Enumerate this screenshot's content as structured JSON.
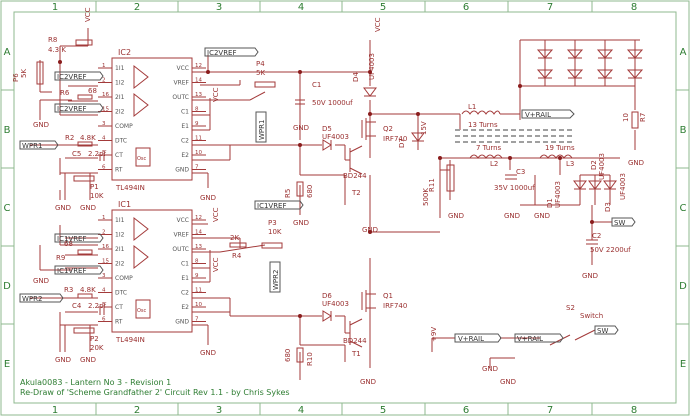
{
  "frame": {
    "columns": [
      "1",
      "2",
      "3",
      "4",
      "5",
      "6",
      "7",
      "8"
    ],
    "rows": [
      "A",
      "B",
      "C",
      "D",
      "E"
    ]
  },
  "title_block": {
    "line1": "Akula0083 - Lantern No 3 - Revision 1",
    "line2": "Re-Draw of 'Scheme Grandfather 2' Circuit Rev 1.1 - by Chris Sykes"
  },
  "colors": {
    "wire": "#a33a3a",
    "frame": "#8fb88f",
    "text": "#9a3030",
    "label_text": "#333333",
    "title": "#2e7d32",
    "junction": "#8a1d1d"
  },
  "labels": {
    "vcc": "VCC",
    "gnd": "GND",
    "ic2": "IC2",
    "ic1": "IC1",
    "tl494": "TL494IN",
    "r8": "R8",
    "r8v": "4.3 K",
    "p6": "P6",
    "p6v": "5K",
    "r6": "R6",
    "r6v": "68",
    "r2": "R2",
    "r2v": "4.8K",
    "c5": "C5",
    "c5v": "2.2pf",
    "p1": "P1",
    "p1v": "10K",
    "c1": "C1",
    "c1v": "50V 1000uf",
    "p4": "P4",
    "p4v": "5K",
    "d4": "D4",
    "d4v": "UF4003",
    "d5": "D5",
    "d5v": "UF4003",
    "q2": "Q2",
    "q2v": "IRF740",
    "d7": "D7",
    "d7v": "15V",
    "r5": "R5",
    "r5v": "680",
    "t2": "T2",
    "t2v": "BD244",
    "l1": "L1",
    "l1v": "13 Turns",
    "l2": "L2",
    "l2v": "7 Turns",
    "l3": "L3",
    "l3v": "19 Turns",
    "c3": "C3",
    "c3v": "35V 1000uf",
    "r11": "R11",
    "r11v": "500K",
    "r7": "R7",
    "r7v": "10",
    "d1": "D1",
    "d1v": "UF4003",
    "d2": "D2",
    "d2v": "UF4003",
    "d3": "D3",
    "d3v": "UF4003",
    "c2": "C2",
    "c2v": "50V 2200uf",
    "r9": "R9",
    "r9v": "68",
    "r3": "R3",
    "r3v": "4.8K",
    "c4": "C4",
    "c4v": "2.2pf",
    "p2": "P2",
    "p2v": "20K",
    "r4": "R4",
    "r4v": "2K",
    "p3": "P3",
    "p3v": "10K",
    "d6": "D6",
    "d6v": "UF4003",
    "q1": "Q1",
    "q1v": "IRF740",
    "r10": "R10",
    "r10v": "680",
    "t1": "T1",
    "t1v": "BD244",
    "s2": "S2",
    "s2v": "Switch",
    "plus9v": "+9V"
  },
  "nets": {
    "ic2vref": "IC2VREF",
    "ic1vref": "IC1VREF",
    "wpr1": "WPR1",
    "wpr2": "WPR2",
    "vrail": "V+RAIL",
    "sw": "SW"
  },
  "pins": {
    "left": [
      {
        "n": "1",
        "name": "1I1"
      },
      {
        "n": "2",
        "name": "1I2"
      },
      {
        "n": "16",
        "name": "2I1"
      },
      {
        "n": "15",
        "name": "2I2"
      },
      {
        "n": "3",
        "name": "COMP"
      },
      {
        "n": "4",
        "name": "DTC"
      },
      {
        "n": "5",
        "name": "CT"
      },
      {
        "n": "6",
        "name": "RT"
      }
    ],
    "right": [
      {
        "n": "12",
        "name": "VCC"
      },
      {
        "n": "14",
        "name": "VREF"
      },
      {
        "n": "13",
        "name": "OUTC"
      },
      {
        "n": "8",
        "name": "C1"
      },
      {
        "n": "9",
        "name": "E1"
      },
      {
        "n": "11",
        "name": "C2"
      },
      {
        "n": "10",
        "name": "E2"
      },
      {
        "n": "7",
        "name": "GND"
      }
    ],
    "osc": "Osc"
  }
}
